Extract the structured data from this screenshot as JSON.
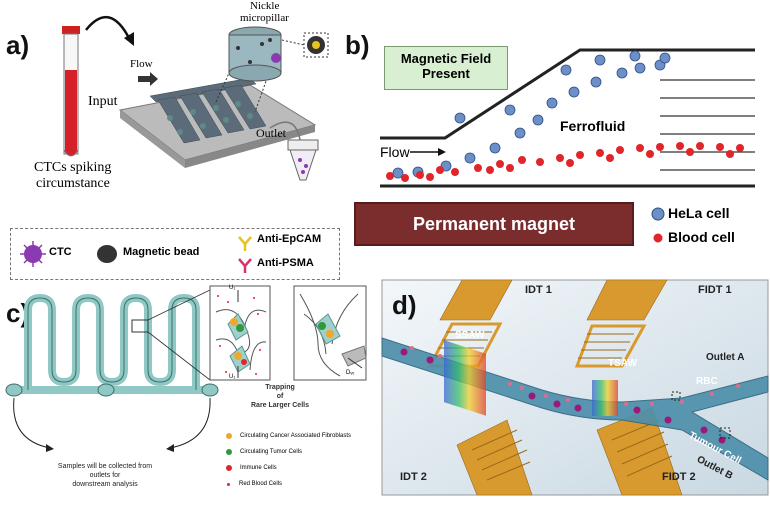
{
  "panel_a": {
    "letter": "a)",
    "label_nickle": "Nickle",
    "label_micropillar": "micropillar",
    "label_flow": "Flow",
    "label_input": "Input",
    "label_outlet": "Outlet",
    "caption_line1": "CTCs spiking",
    "caption_line2": "circumstance",
    "legend": {
      "ctc": "CTC",
      "magnetic_bead": "Magnetic bead",
      "anti_epcam": "Anti-EpCAM",
      "anti_psma": "Anti-PSMA"
    },
    "colors": {
      "tube_blood": "#d5202a",
      "ctc": "#8a3bb0",
      "bead": "#333333",
      "epcam": "#e8c220",
      "psma": "#d8336a"
    }
  },
  "panel_b": {
    "letter": "b)",
    "magnetic_field_line1": "Magnetic Field",
    "magnetic_field_line2": "Present",
    "ferrofluid": "Ferrofluid",
    "flow": "Flow",
    "magnet": "Permanent magnet",
    "legend_hela": "HeLa cell",
    "legend_blood": "Blood cell",
    "colors": {
      "magnet": "#7b2c2c",
      "label_box": "#d8efd2",
      "hela": "#6b8fc6",
      "blood": "#e0262a"
    }
  },
  "panel_c": {
    "letter": "c)",
    "samples_line1": "Samples will be collected from",
    "samples_line2": "outlets for",
    "samples_line3": "downstream analysis",
    "trapping_line1": "Trapping",
    "trapping_line2": "of",
    "trapping_line3": "Rare Larger Cells",
    "u1": "U₁",
    "u2": "U₁",
    "dwv": "Dᵥᵥ",
    "legend": [
      {
        "label": "Circulating Cancer Associated Fibroblasts",
        "color": "#f0a82a"
      },
      {
        "label": "Circulating Tumor Cells",
        "color": "#2e9a3c"
      },
      {
        "label": "Immune Cells",
        "color": "#e0262a"
      },
      {
        "label": "Red Blood Cells",
        "color": "#e0262a"
      }
    ],
    "colors": {
      "channel": "#8fc8c4"
    }
  },
  "panel_d": {
    "letter": "d)",
    "idt1": "IDT 1",
    "fidt1": "FIDT 1",
    "idt2": "IDT 2",
    "fidt2": "FIDT 2",
    "ssaw": "SSAW",
    "tsaw": "TSAW",
    "outlet_a": "Outlet A",
    "outlet_b": "Outlet B",
    "rbc": "RBC",
    "tumour": "Tumour Cell",
    "colors": {
      "bg": "#dde7ee",
      "electrode": "#d89a2e",
      "channel": "#4e8fab"
    }
  }
}
